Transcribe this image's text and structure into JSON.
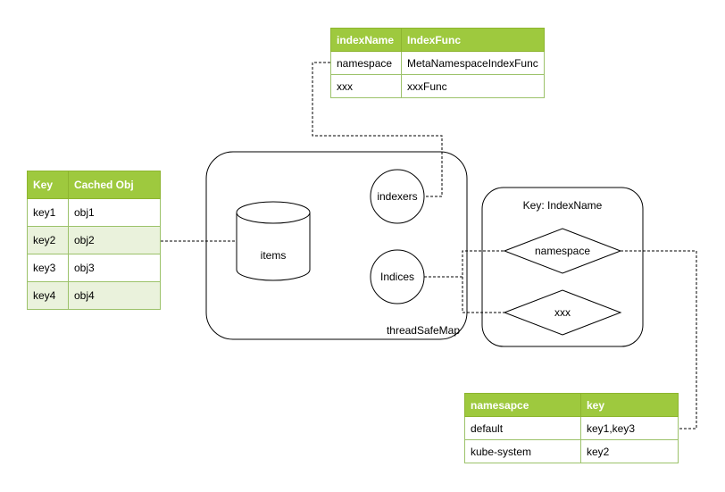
{
  "index_func_table": {
    "headers": [
      "indexName",
      "IndexFunc"
    ],
    "rows": [
      [
        "namespace",
        "MetaNamespaceIndexFunc"
      ],
      [
        "xxx",
        "xxxFunc"
      ]
    ]
  },
  "cache_table": {
    "headers": [
      "Key",
      "Cached Obj"
    ],
    "rows": [
      [
        "key1",
        "obj1"
      ],
      [
        "key2",
        "obj2"
      ],
      [
        "key3",
        "obj3"
      ],
      [
        "key4",
        "obj4"
      ]
    ]
  },
  "thread_safe_map": {
    "label": "threadSafeMap",
    "items_label": "items",
    "indexers_label": "indexers",
    "indices_label": "Indices"
  },
  "indices_box": {
    "title": "Key: IndexName",
    "diamonds": [
      "namespace",
      "xxx"
    ]
  },
  "namespace_table": {
    "headers": [
      "namesapce",
      "key"
    ],
    "rows": [
      [
        "default",
        "key1,key3"
      ],
      [
        "kube-system",
        "key2"
      ]
    ]
  },
  "colors": {
    "header_green": "#9ec93e",
    "row_alt": "#eaf2dc",
    "border_green": "#9cc26a"
  }
}
